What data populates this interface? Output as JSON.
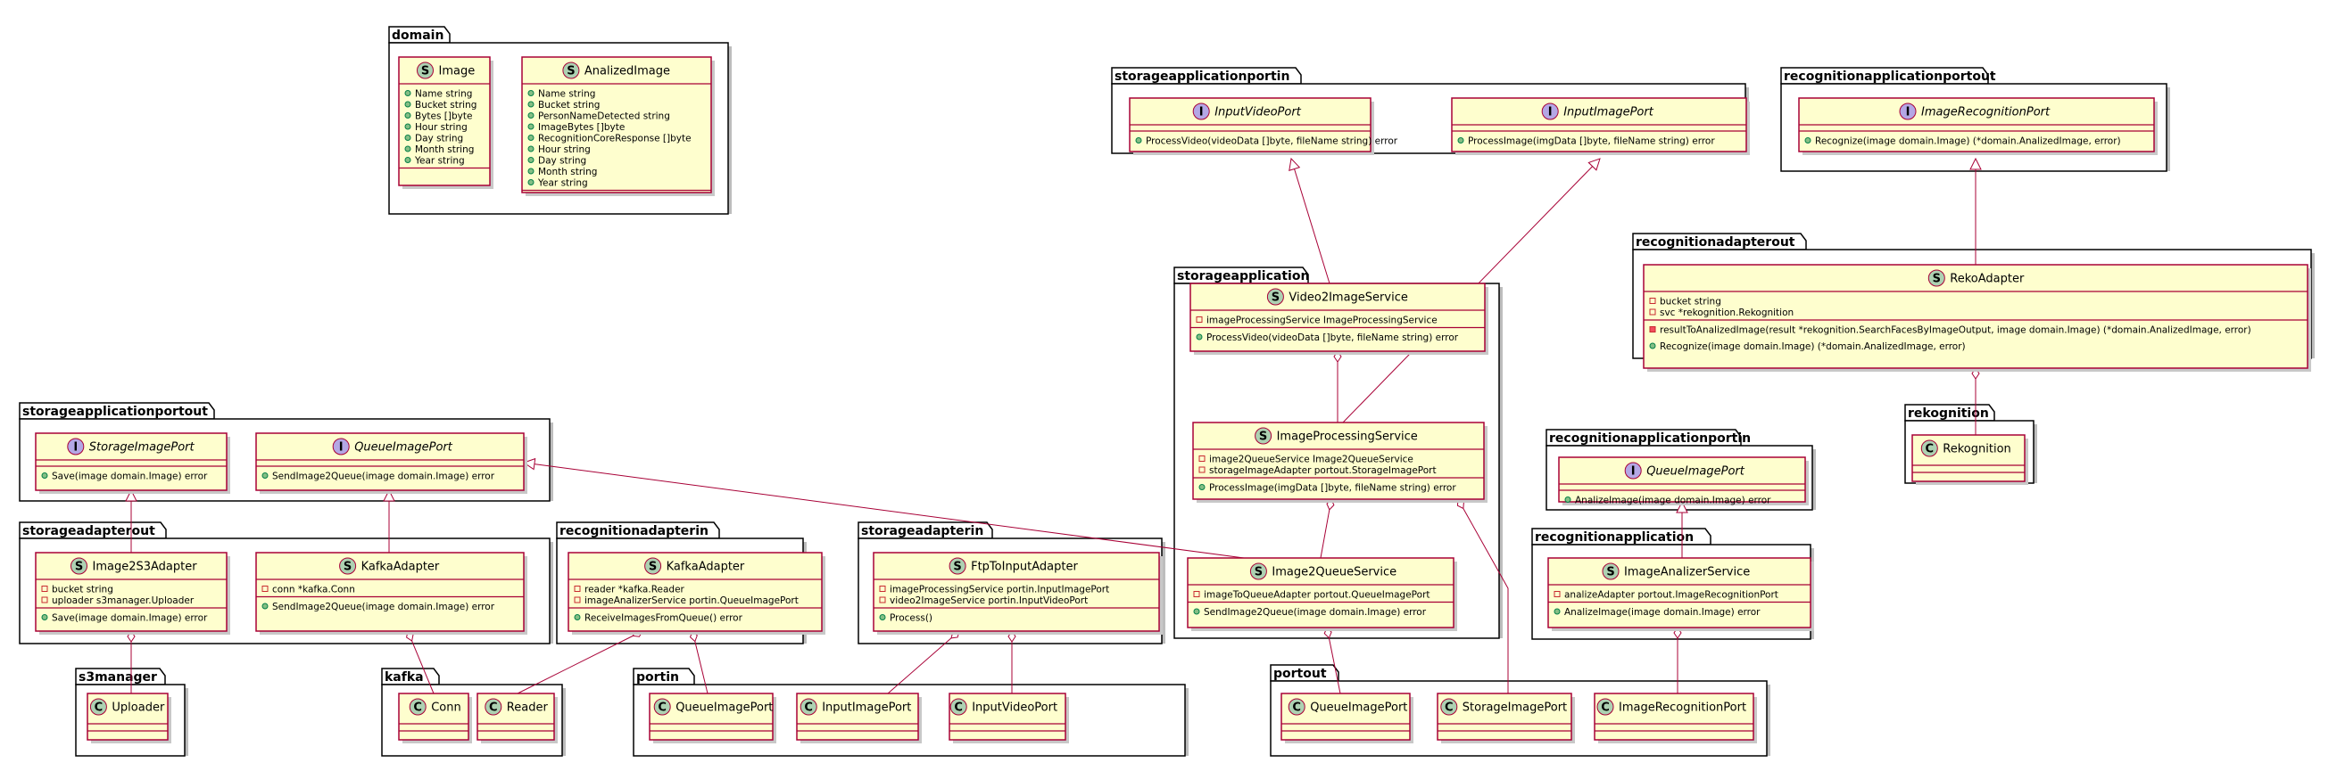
{
  "packages": [
    {
      "id": "domain",
      "name": "domain"
    },
    {
      "id": "sapin",
      "name": "storageapplicationportin"
    },
    {
      "id": "rapout",
      "name": "recognitionapplicationportout"
    },
    {
      "id": "sapp",
      "name": "storageapplication"
    },
    {
      "id": "radout",
      "name": "recognitionadapterout"
    },
    {
      "id": "rek",
      "name": "rekognition"
    },
    {
      "id": "rapin",
      "name": "recognitionapplicationportin"
    },
    {
      "id": "rapp",
      "name": "recognitionapplication"
    },
    {
      "id": "sapout",
      "name": "storageapplicationportout"
    },
    {
      "id": "sadout",
      "name": "storageadapterout"
    },
    {
      "id": "radin",
      "name": "recognitionadapterin"
    },
    {
      "id": "sadin",
      "name": "storageadapterin"
    },
    {
      "id": "s3m",
      "name": "s3manager"
    },
    {
      "id": "kafka",
      "name": "kafka"
    },
    {
      "id": "portin",
      "name": "portin"
    },
    {
      "id": "portout",
      "name": "portout"
    }
  ],
  "classes": [
    {
      "id": "Image",
      "name": "Image",
      "stereo": "S",
      "italic": false,
      "fields": [
        {
          "v": "pub",
          "t": "Name string"
        },
        {
          "v": "pub",
          "t": "Bucket string"
        },
        {
          "v": "pub",
          "t": "Bytes []byte"
        },
        {
          "v": "pub",
          "t": "Hour string"
        },
        {
          "v": "pub",
          "t": "Day string"
        },
        {
          "v": "pub",
          "t": "Month string"
        },
        {
          "v": "pub",
          "t": "Year string"
        }
      ],
      "methods": []
    },
    {
      "id": "AnalizedImage",
      "name": "AnalizedImage",
      "stereo": "S",
      "italic": false,
      "fields": [
        {
          "v": "pub",
          "t": "Name string"
        },
        {
          "v": "pub",
          "t": "Bucket string"
        },
        {
          "v": "pub",
          "t": "PersonNameDetected string"
        },
        {
          "v": "pub",
          "t": "ImageBytes []byte"
        },
        {
          "v": "pub",
          "t": "RecognitionCoreResponse []byte"
        },
        {
          "v": "pub",
          "t": "Hour string"
        },
        {
          "v": "pub",
          "t": "Day string"
        },
        {
          "v": "pub",
          "t": "Month string"
        },
        {
          "v": "pub",
          "t": "Year string"
        }
      ],
      "methods": []
    },
    {
      "id": "InputVideoPort",
      "name": "InputVideoPort",
      "stereo": "I",
      "italic": true,
      "fields": [],
      "methods": [
        {
          "v": "pub",
          "t": "ProcessVideo(videoData []byte, fileName string) error"
        }
      ]
    },
    {
      "id": "InputImagePort",
      "name": "InputImagePort",
      "stereo": "I",
      "italic": true,
      "fields": [],
      "methods": [
        {
          "v": "pub",
          "t": "ProcessImage(imgData []byte, fileName string) error"
        }
      ]
    },
    {
      "id": "ImageRecognitionPort",
      "name": "ImageRecognitionPort",
      "stereo": "I",
      "italic": true,
      "fields": [],
      "methods": [
        {
          "v": "pub",
          "t": "Recognize(image domain.Image) (*domain.AnalizedImage, error)"
        }
      ]
    },
    {
      "id": "Video2ImageService",
      "name": "Video2ImageService",
      "stereo": "S",
      "italic": false,
      "fields": [
        {
          "v": "priv",
          "t": "imageProcessingService ImageProcessingService"
        }
      ],
      "methods": [
        {
          "v": "pub",
          "t": "ProcessVideo(videoData []byte, fileName string) error"
        }
      ]
    },
    {
      "id": "RekoAdapter",
      "name": "RekoAdapter",
      "stereo": "S",
      "italic": false,
      "fields": [
        {
          "v": "priv",
          "t": "bucket string"
        },
        {
          "v": "priv",
          "t": "svc *rekognition.Rekognition"
        }
      ],
      "methods": [
        {
          "v": "privm",
          "t": "resultToAnalizedImage(result *rekognition.SearchFacesByImageOutput, image domain.Image) (*domain.AnalizedImage, error)"
        },
        {
          "v": "pub",
          "t": "Recognize(image domain.Image) (*domain.AnalizedImage, error)"
        }
      ]
    },
    {
      "id": "ImageProcessingService",
      "name": "ImageProcessingService",
      "stereo": "S",
      "italic": false,
      "fields": [
        {
          "v": "priv",
          "t": "image2QueueService Image2QueueService"
        },
        {
          "v": "priv",
          "t": "storageImageAdapter portout.StorageImagePort"
        }
      ],
      "methods": [
        {
          "v": "pub",
          "t": "ProcessImage(imgData []byte, fileName string) error"
        }
      ]
    },
    {
      "id": "Rekognition",
      "name": "Rekognition",
      "stereo": "C",
      "italic": false,
      "fields": [],
      "methods": [],
      "empty": true
    },
    {
      "id": "QueueImagePortIn",
      "name": "QueueImagePort",
      "stereo": "I",
      "italic": true,
      "fields": [],
      "methods": [
        {
          "v": "pub",
          "t": "AnalizeImage(image domain.Image) error"
        }
      ]
    },
    {
      "id": "StorageImagePort",
      "name": "StorageImagePort",
      "stereo": "I",
      "italic": true,
      "fields": [],
      "methods": [
        {
          "v": "pub",
          "t": "Save(image domain.Image) error"
        }
      ]
    },
    {
      "id": "QueueImagePortOut",
      "name": "QueueImagePort",
      "stereo": "I",
      "italic": true,
      "fields": [],
      "methods": [
        {
          "v": "pub",
          "t": "SendImage2Queue(image domain.Image) error"
        }
      ]
    },
    {
      "id": "Image2S3Adapter",
      "name": "Image2S3Adapter",
      "stereo": "S",
      "italic": false,
      "fields": [
        {
          "v": "priv",
          "t": "bucket string"
        },
        {
          "v": "priv",
          "t": "uploader s3manager.Uploader"
        }
      ],
      "methods": [
        {
          "v": "pub",
          "t": "Save(image domain.Image) error"
        }
      ]
    },
    {
      "id": "KafkaAdapterOut",
      "name": "KafkaAdapter",
      "stereo": "S",
      "italic": false,
      "fields": [
        {
          "v": "priv",
          "t": "conn *kafka.Conn"
        }
      ],
      "methods": [
        {
          "v": "pub",
          "t": "SendImage2Queue(image domain.Image) error"
        }
      ]
    },
    {
      "id": "KafkaAdapterIn",
      "name": "KafkaAdapter",
      "stereo": "S",
      "italic": false,
      "fields": [
        {
          "v": "priv",
          "t": "reader *kafka.Reader"
        },
        {
          "v": "priv",
          "t": "imageAnalizerService portin.QueueImagePort"
        }
      ],
      "methods": [
        {
          "v": "pub",
          "t": "ReceiveImagesFromQueue() error"
        }
      ]
    },
    {
      "id": "FtpToInputAdapter",
      "name": "FtpToInputAdapter",
      "stereo": "S",
      "italic": false,
      "fields": [
        {
          "v": "priv",
          "t": "imageProcessingService portin.InputImagePort"
        },
        {
          "v": "priv",
          "t": "video2ImageService portin.InputVideoPort"
        }
      ],
      "methods": [
        {
          "v": "pub",
          "t": "Process()"
        }
      ]
    },
    {
      "id": "Image2QueueService",
      "name": "Image2QueueService",
      "stereo": "S",
      "italic": false,
      "fields": [
        {
          "v": "priv",
          "t": "imageToQueueAdapter portout.QueueImagePort"
        }
      ],
      "methods": [
        {
          "v": "pub",
          "t": "SendImage2Queue(image domain.Image) error"
        }
      ]
    },
    {
      "id": "ImageAnalizerService",
      "name": "ImageAnalizerService",
      "stereo": "S",
      "italic": false,
      "fields": [
        {
          "v": "priv",
          "t": "analizeAdapter portout.ImageRecognitionPort"
        }
      ],
      "methods": [
        {
          "v": "pub",
          "t": "AnalizeImage(image domain.Image) error"
        }
      ]
    },
    {
      "id": "Uploader",
      "name": "Uploader",
      "stereo": "C",
      "italic": false,
      "fields": [],
      "methods": [],
      "empty": true
    },
    {
      "id": "Conn",
      "name": "Conn",
      "stereo": "C",
      "italic": false,
      "fields": [],
      "methods": [],
      "empty": true
    },
    {
      "id": "Reader",
      "name": "Reader",
      "stereo": "C",
      "italic": false,
      "fields": [],
      "methods": [],
      "empty": true
    },
    {
      "id": "PortinQueueImagePort",
      "name": "QueueImagePort",
      "stereo": "C",
      "italic": false,
      "fields": [],
      "methods": [],
      "empty": true
    },
    {
      "id": "PortinInputImagePort",
      "name": "InputImagePort",
      "stereo": "C",
      "italic": false,
      "fields": [],
      "methods": [],
      "empty": true
    },
    {
      "id": "PortinInputVideoPort",
      "name": "InputVideoPort",
      "stereo": "C",
      "italic": false,
      "fields": [],
      "methods": [],
      "empty": true
    },
    {
      "id": "PortoutQueueImagePort",
      "name": "QueueImagePort",
      "stereo": "C",
      "italic": false,
      "fields": [],
      "methods": [],
      "empty": true
    },
    {
      "id": "PortoutStorageImagePort",
      "name": "StorageImagePort",
      "stereo": "C",
      "italic": false,
      "fields": [],
      "methods": [],
      "empty": true
    },
    {
      "id": "PortoutImageRecognitionPort",
      "name": "ImageRecognitionPort",
      "stereo": "C",
      "italic": false,
      "fields": [],
      "methods": [],
      "empty": true
    }
  ],
  "relations": [
    {
      "type": "realization",
      "from": "Video2ImageService",
      "to": "InputVideoPort"
    },
    {
      "type": "realization",
      "from": "ImageProcessingService",
      "to": "InputImagePort"
    },
    {
      "type": "realization",
      "from": "RekoAdapter",
      "to": "ImageRecognitionPort"
    },
    {
      "type": "aggregation",
      "whole": "Video2ImageService",
      "part": "ImageProcessingService"
    },
    {
      "type": "aggregation",
      "whole": "ImageProcessingService",
      "part": "Image2QueueService"
    },
    {
      "type": "aggregation",
      "whole": "ImageProcessingService",
      "part": "PortoutStorageImagePort"
    },
    {
      "type": "aggregation",
      "whole": "RekoAdapter",
      "part": "Rekognition"
    },
    {
      "type": "realization",
      "from": "ImageAnalizerService",
      "to": "QueueImagePortIn"
    },
    {
      "type": "aggregation",
      "whole": "ImageAnalizerService",
      "part": "PortoutImageRecognitionPort"
    },
    {
      "type": "realization",
      "from": "Image2S3Adapter",
      "to": "StorageImagePort"
    },
    {
      "type": "realization",
      "from": "KafkaAdapterOut",
      "to": "QueueImagePortOut"
    },
    {
      "type": "realization",
      "from": "Image2QueueService",
      "to": "QueueImagePortOut"
    },
    {
      "type": "aggregation",
      "whole": "Image2S3Adapter",
      "part": "Uploader"
    },
    {
      "type": "aggregation",
      "whole": "KafkaAdapterOut",
      "part": "Conn"
    },
    {
      "type": "aggregation",
      "whole": "KafkaAdapterIn",
      "part": "Reader"
    },
    {
      "type": "aggregation",
      "whole": "KafkaAdapterIn",
      "part": "PortinQueueImagePort"
    },
    {
      "type": "aggregation",
      "whole": "FtpToInputAdapter",
      "part": "PortinInputImagePort"
    },
    {
      "type": "aggregation",
      "whole": "FtpToInputAdapter",
      "part": "PortinInputVideoPort"
    },
    {
      "type": "aggregation",
      "whole": "Image2QueueService",
      "part": "PortoutQueueImagePort"
    }
  ]
}
